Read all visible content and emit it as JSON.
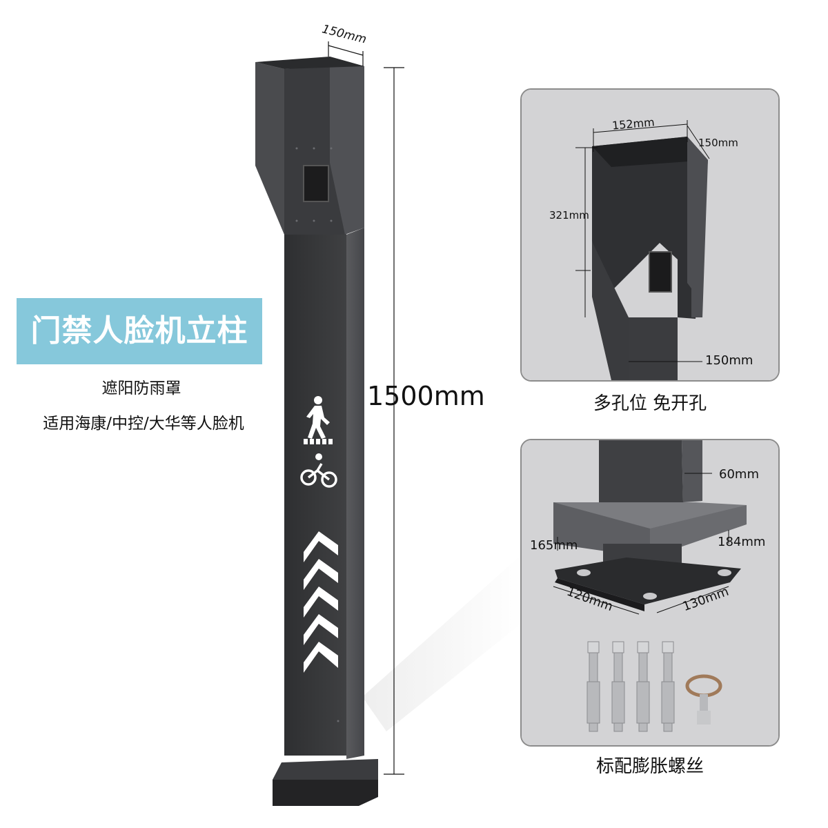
{
  "title": "门禁人脸机立柱",
  "subtitle_lines": [
    "遮阳防雨罩",
    "适用海康/中控/大华等人脸机"
  ],
  "main_dims": {
    "height": "1500mm",
    "top_width": "150mm"
  },
  "panel_top": {
    "caption": "多孔位 免开孔",
    "dims": {
      "width": "152mm",
      "depth": "150mm",
      "height": "321mm",
      "bottom": "150mm"
    }
  },
  "panel_bottom": {
    "caption": "标配膨胀螺丝",
    "dims": {
      "column": "60mm",
      "flange_left": "165mm",
      "flange_right": "184mm",
      "plate_left": "120mm",
      "plate_right": "130mm"
    }
  },
  "colors": {
    "title_bg": "#86c8db",
    "pole": "#3a3b3d",
    "panel_bg": "#d4d4d6"
  },
  "icons": [
    "pedestrian-icon",
    "bicycle-icon",
    "chevron-up-icon"
  ]
}
